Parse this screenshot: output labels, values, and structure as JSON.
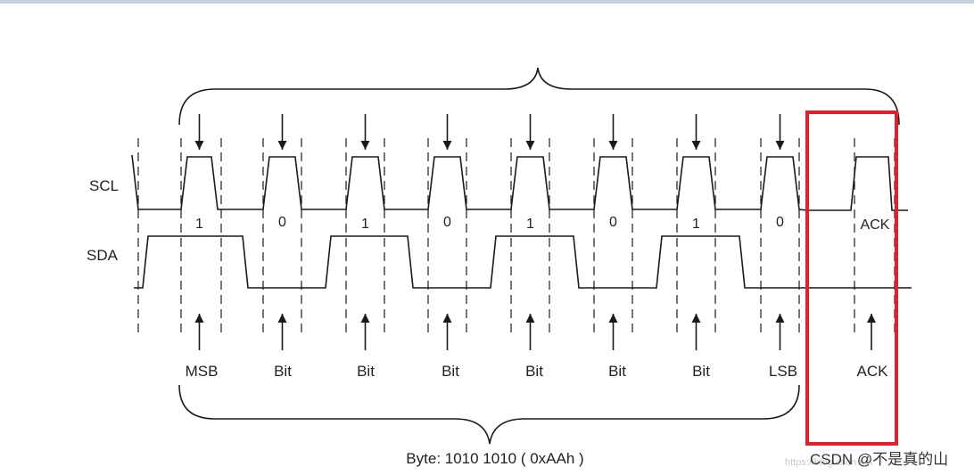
{
  "signals": {
    "scl": "SCL",
    "sda": "SDA"
  },
  "data_bits": [
    "1",
    "0",
    "1",
    "0",
    "1",
    "0",
    "1",
    "0"
  ],
  "ack_bit": "ACK",
  "bottom_labels": [
    "MSB",
    "Bit",
    "Bit",
    "Bit",
    "Bit",
    "Bit",
    "Bit",
    "LSB",
    "ACK"
  ],
  "caption": "Byte: 1010 1010 ( 0xAAh )",
  "watermark": "https://blog.csdn.net",
  "credit": "CSDN @不是真的山",
  "colors": {
    "line": "#1a1a1a",
    "highlight": "#e0202a"
  }
}
